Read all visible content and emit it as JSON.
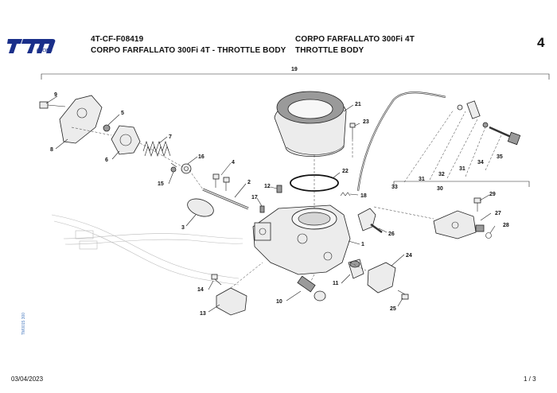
{
  "brand": {
    "logo_text": "tm",
    "logo_sub": "RACING",
    "color": "#1a2f8a"
  },
  "header": {
    "code": "4T-CF-F08419",
    "title_it": "CORPO FARFALLATO 300Fi 4T - THROTTLE BODY",
    "title_it_right": "CORPO FARFALLATO 300Fi 4T",
    "title_en": "THROTTLE BODY",
    "page_number": "4"
  },
  "footer": {
    "date": "03/04/2023",
    "page": "1 / 3"
  },
  "side_code": "TM0015 300",
  "callouts": {
    "c1": "1",
    "c2": "2",
    "c3": "3",
    "c4": "4",
    "c5": "5",
    "c6": "6",
    "c7": "7",
    "c8": "8",
    "c9": "9",
    "c10": "10",
    "c11": "11",
    "c12": "12",
    "c13": "13",
    "c14": "14",
    "c15": "15",
    "c16": "16",
    "c17": "17",
    "c18": "18",
    "c19": "19",
    "c21": "21",
    "c22": "22",
    "c23": "23",
    "c24": "24",
    "c25": "25",
    "c26": "26",
    "c27": "27",
    "c28": "28",
    "c29": "29",
    "c30": "30",
    "c31a": "31",
    "c31b": "31",
    "c32": "32",
    "c33": "33",
    "c34": "34",
    "c35": "35"
  }
}
